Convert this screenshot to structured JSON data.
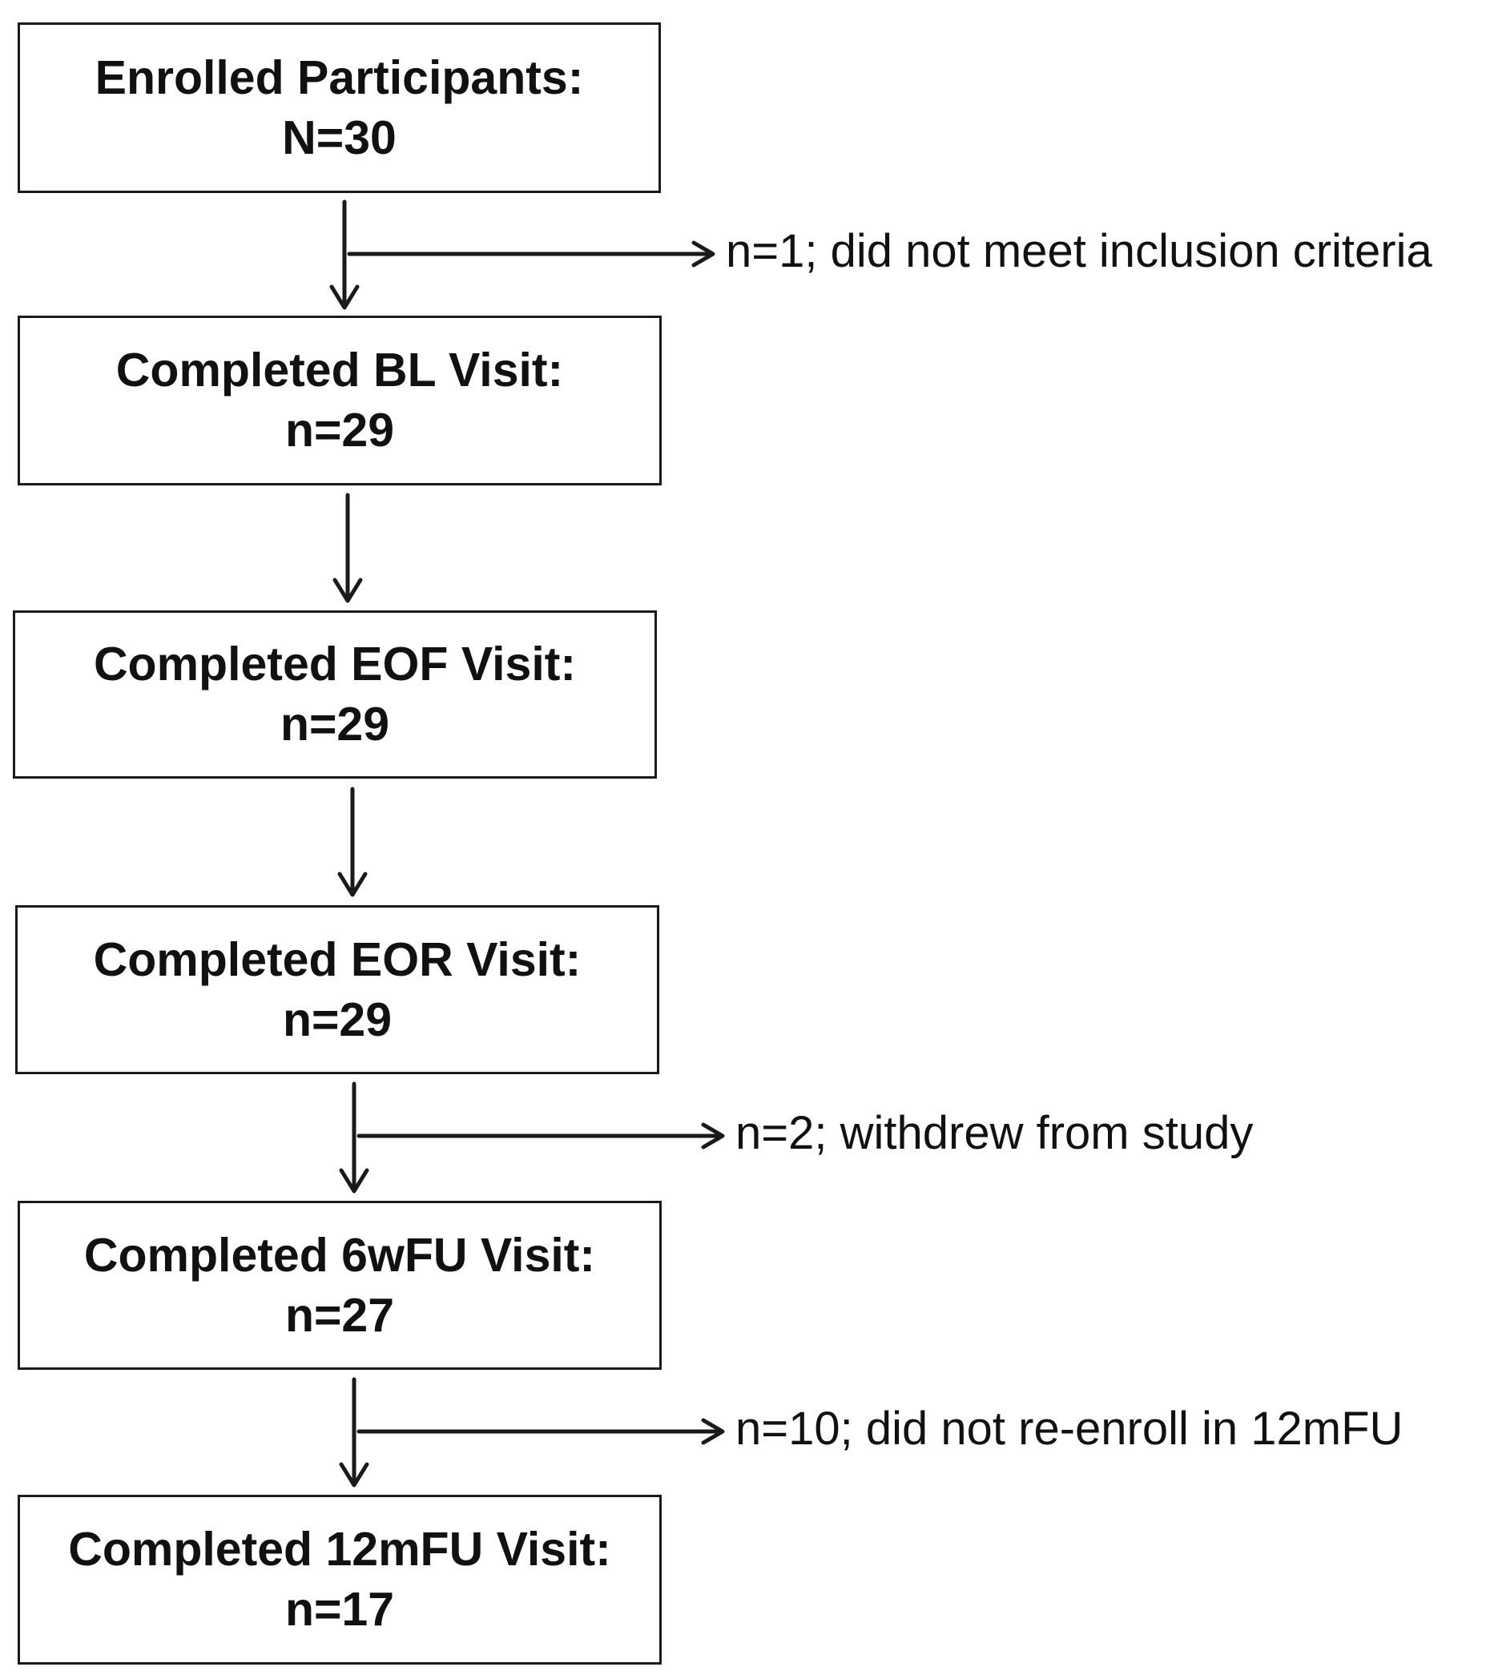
{
  "boxes": [
    {
      "label": "Enrolled Participants:",
      "count": "N=30"
    },
    {
      "label": "Completed BL Visit:",
      "count": "n=29"
    },
    {
      "label": "Completed EOF Visit:",
      "count": "n=29"
    },
    {
      "label": "Completed EOR Visit:",
      "count": "n=29"
    },
    {
      "label": "Completed 6wFU Visit:",
      "count": "n=27"
    },
    {
      "label": "Completed 12mFU Visit:",
      "count": "n=17"
    }
  ],
  "exclusions": [
    {
      "text": "n=1; did not meet inclusion criteria"
    },
    {
      "text": "n=2; withdrew from study"
    },
    {
      "text": "n=10; did not re-enroll in 12mFU"
    }
  ]
}
